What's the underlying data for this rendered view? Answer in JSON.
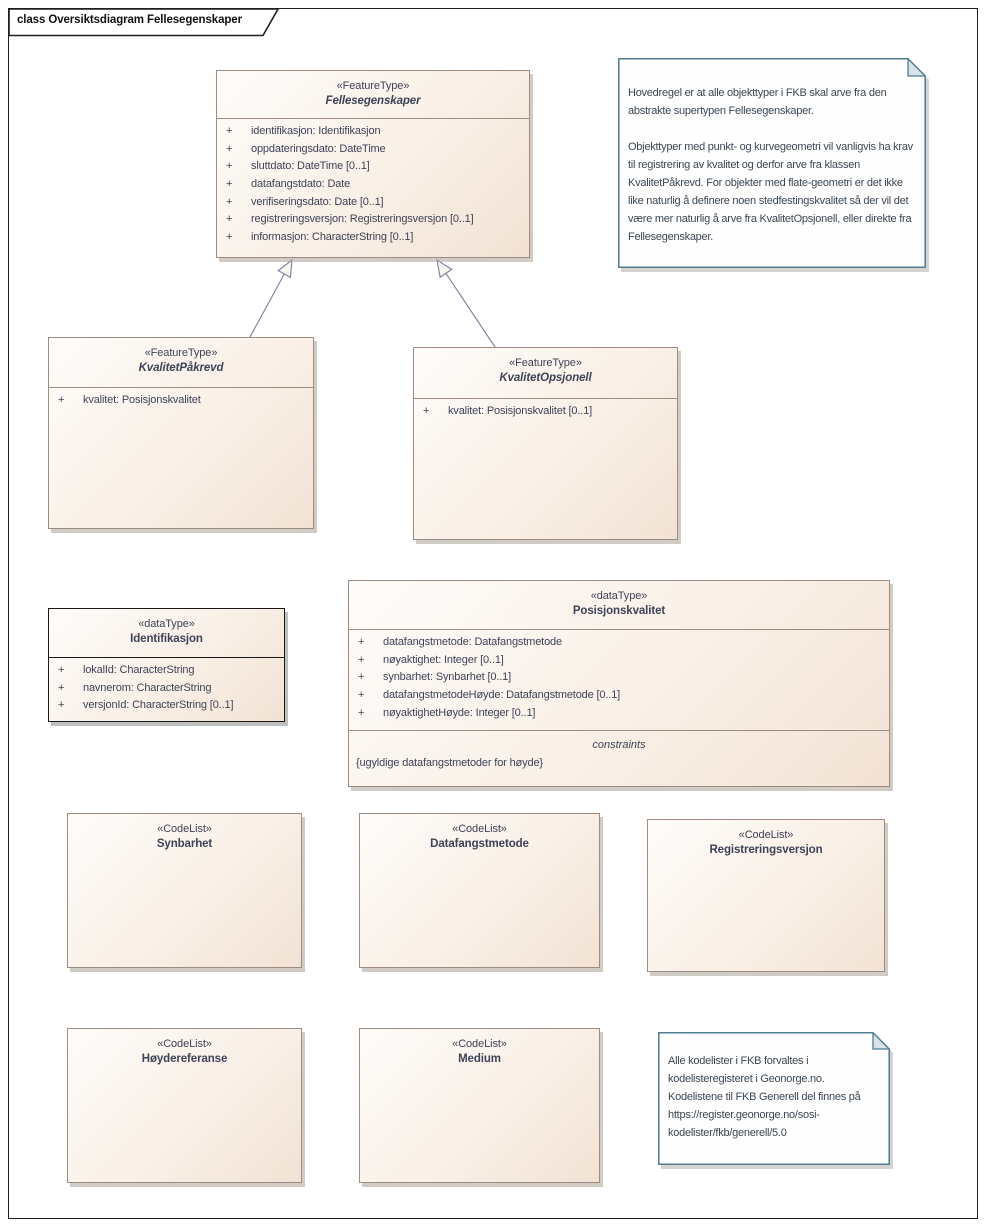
{
  "frame": {
    "label": "class Oversiktsdiagram Fellesegenskaper"
  },
  "ui": {
    "visibility_public": "+"
  },
  "classes": {
    "fellesegenskaper": {
      "stereotype": "«FeatureType»",
      "name": "Fellesegenskaper",
      "attributes": [
        "identifikasjon: Identifikasjon",
        "oppdateringsdato: DateTime",
        "sluttdato: DateTime [0..1]",
        "datafangstdato: Date",
        "verifiseringsdato: Date [0..1]",
        "registreringsversjon: Registreringsversjon [0..1]",
        "informasjon: CharacterString [0..1]"
      ]
    },
    "kvalitet_pakrevd": {
      "stereotype": "«FeatureType»",
      "name": "KvalitetPåkrevd",
      "attributes": [
        "kvalitet: Posisjonskvalitet"
      ]
    },
    "kvalitet_opsjonell": {
      "stereotype": "«FeatureType»",
      "name": "KvalitetOpsjonell",
      "attributes": [
        "kvalitet: Posisjonskvalitet [0..1]"
      ]
    },
    "identifikasjon": {
      "stereotype": "«dataType»",
      "name": "Identifikasjon",
      "attributes": [
        "lokalId: CharacterString",
        "navnerom: CharacterString",
        "versjonId: CharacterString [0..1]"
      ]
    },
    "posisjonskvalitet": {
      "stereotype": "«dataType»",
      "name": "Posisjonskvalitet",
      "attributes": [
        "datafangstmetode: Datafangstmetode",
        "nøyaktighet: Integer [0..1]",
        "synbarhet: Synbarhet [0..1]",
        "datafangstmetodeHøyde: Datafangstmetode [0..1]",
        "nøyaktighetHøyde: Integer [0..1]"
      ],
      "constraints_label": "constraints",
      "constraints": "{ugyldige datafangstmetoder for høyde}"
    }
  },
  "codelists": [
    {
      "stereotype": "«CodeList»",
      "name": "Synbarhet"
    },
    {
      "stereotype": "«CodeList»",
      "name": "Datafangstmetode"
    },
    {
      "stereotype": "«CodeList»",
      "name": "Registreringsversjon"
    },
    {
      "stereotype": "«CodeList»",
      "name": "Høydereferanse"
    },
    {
      "stereotype": "«CodeList»",
      "name": "Medium"
    }
  ],
  "notes": {
    "inheritance_note": "Hovedregel er at alle objekttyper i FKB skal arve fra den abstrakte supertypen Fellesegenskaper.\n\nObjekttyper med punkt- og kurvegeometri vil vanligvis ha krav til registrering av kvalitet og derfor arve fra klassen KvalitetPåkrevd. For objekter med flate-geometri er det ikke like naturlig å definere noen stedfestingskvalitet så der vil det være mer naturlig å arve fra KvalitetOpsjonell, eller direkte fra Fellesegenskaper.",
    "codelist_note": "Alle kodelister i FKB forvaltes i kodelisteregisteret i Geonorge.no. Kodelistene til FKB Generell del finnes på https://register.geonorge.no/sosi-kodelister/fkb/generell/5.0"
  },
  "colors": {
    "class_border": "#9e8b82",
    "class_fill_light": "#fefcfa",
    "class_fill_dark": "#f2e2d4",
    "note_border": "#4e7d92",
    "note_fold_fill": "#d9e2e8",
    "connector": "#7d89a6",
    "text": "#3f4358",
    "frame_border": "#1f1f1f"
  }
}
